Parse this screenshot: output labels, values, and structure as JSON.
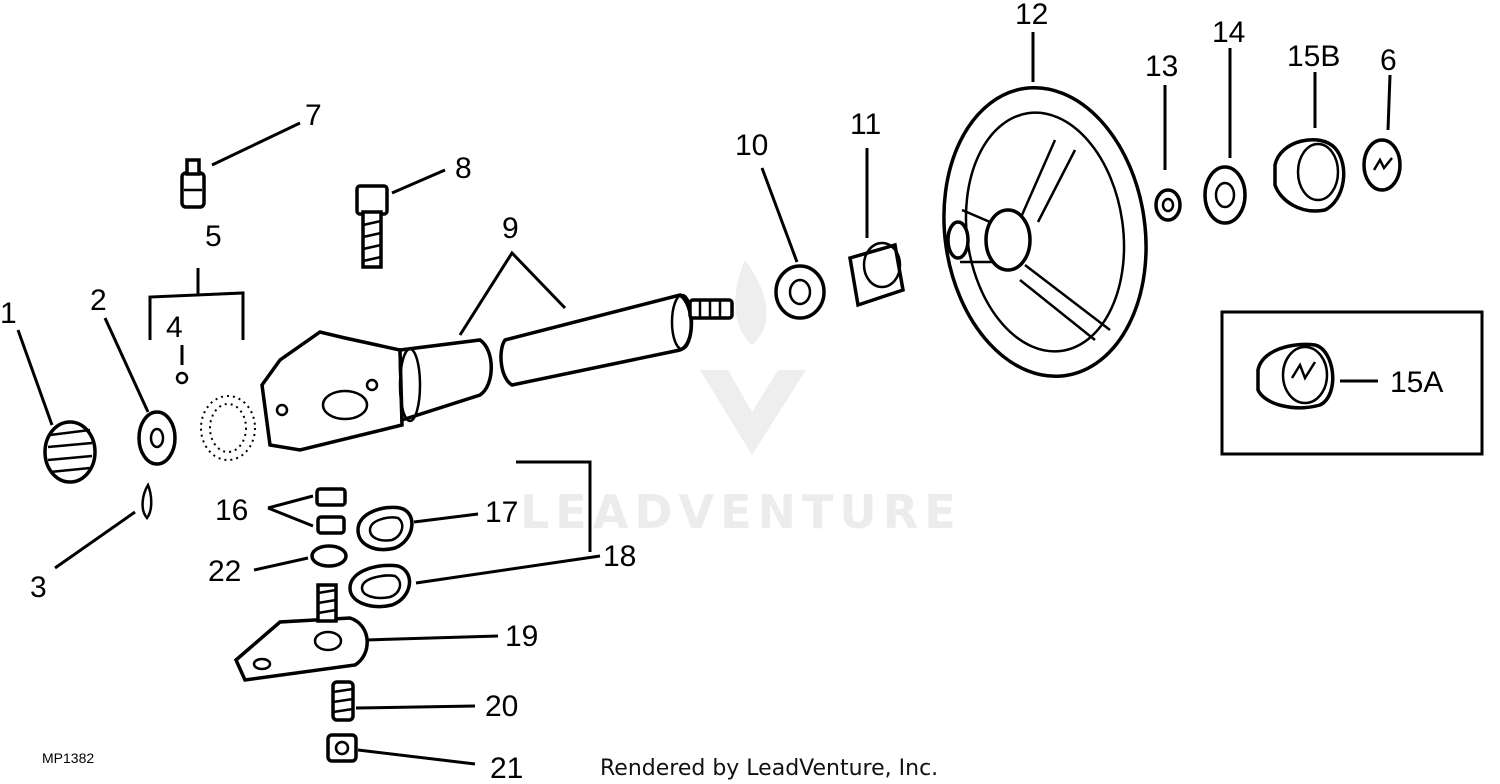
{
  "diagram": {
    "drawing_code": "MP1382",
    "credit": "Rendered by LeadVenture, Inc.",
    "watermark": "LEADVENTURE",
    "callouts": {
      "c1": "1",
      "c2": "2",
      "c3": "3",
      "c4": "4",
      "c5": "5",
      "c6": "6",
      "c7": "7",
      "c8": "8",
      "c9": "9",
      "c10": "10",
      "c11": "11",
      "c12": "12",
      "c13": "13",
      "c14": "14",
      "c15a": "15A",
      "c15b": "15B",
      "c16": "16",
      "c17": "17",
      "c18": "18",
      "c19": "19",
      "c20": "20",
      "c21": "21",
      "c22": "22"
    }
  }
}
